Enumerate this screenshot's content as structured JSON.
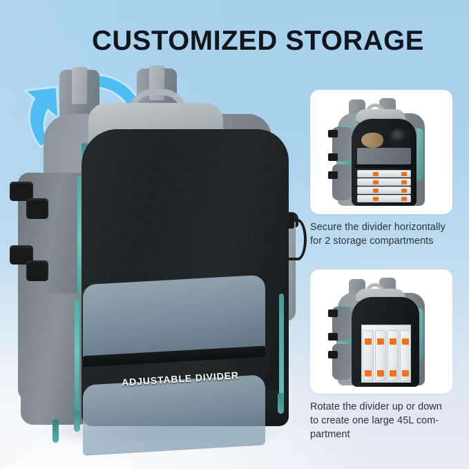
{
  "page": {
    "title": "CUSTOMIZED STORAGE",
    "background_top_color": "#a6d0ec",
    "background_bottom_color": "#e6edf5"
  },
  "main_product": {
    "divider_label": "ADJUSTABLE DIVIDER",
    "arrow_up_name": "curved-arrow-up",
    "arrow_down_name": "curved-arrow-down",
    "accent_color": "#4fbdf0",
    "trim_color": "#58a5a2",
    "body_color": "#8d969b",
    "compartment_color": "#1d2022"
  },
  "features": [
    {
      "id": "horizontal-divider",
      "caption_line_1": "Secure the divider horizontally",
      "caption_line_2": "for 2 storage compartments",
      "caption_line_3": "",
      "tackle_box_count": 4,
      "latch_color": "#f4701f"
    },
    {
      "id": "rotated-divider",
      "caption_line_1": "Rotate the divider up or down",
      "caption_line_2": "to create one large 45L com-",
      "caption_line_3": "partment",
      "tackle_box_columns": 4,
      "latch_color": "#f4701f"
    }
  ]
}
